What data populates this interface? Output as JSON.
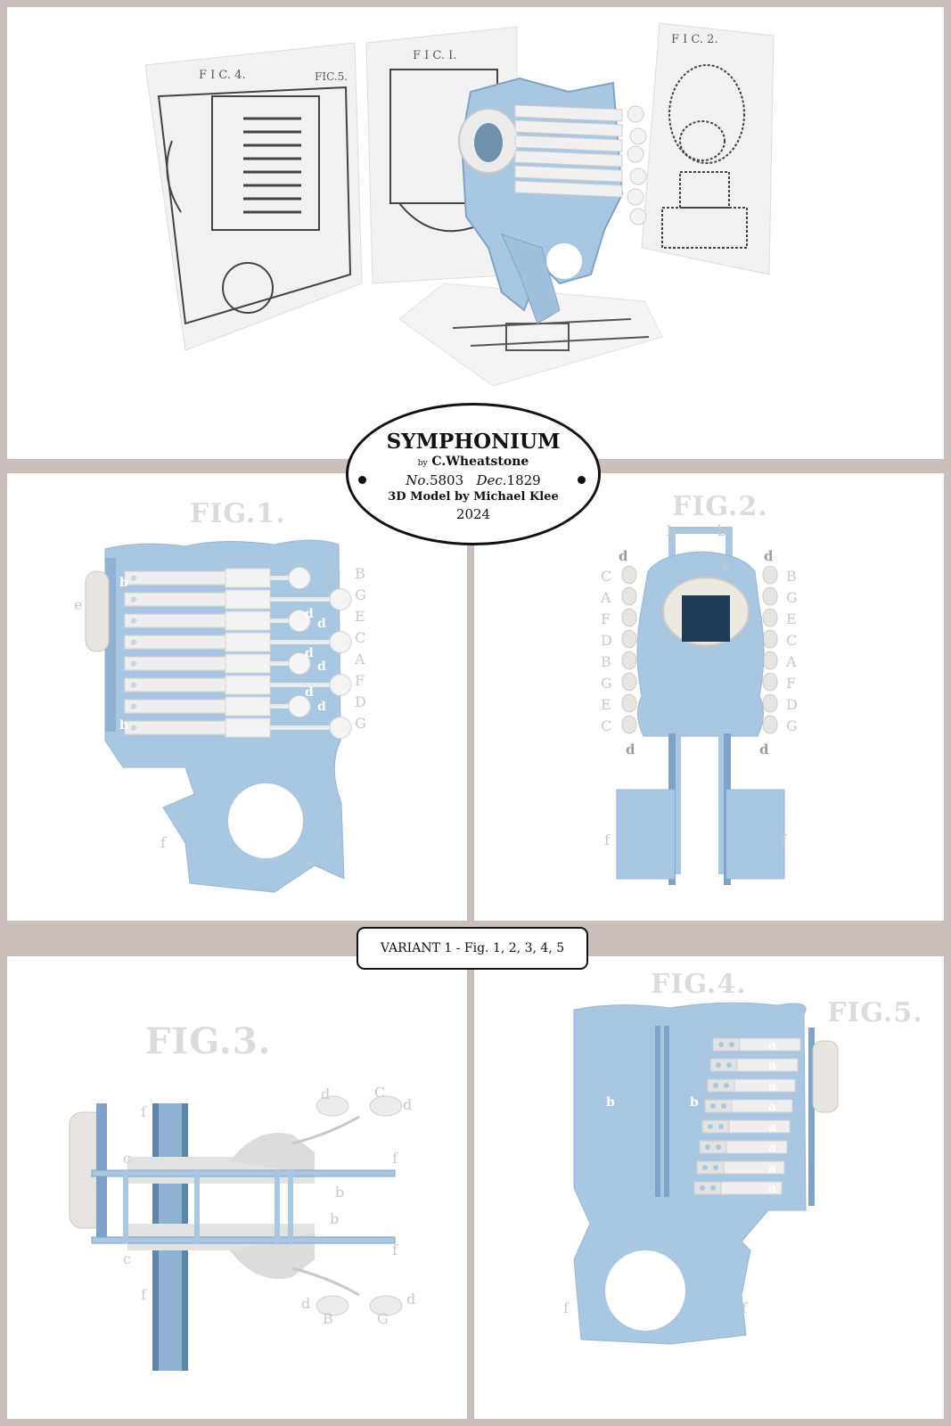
{
  "header": {
    "title": "SYMPHONIUM",
    "by": "by",
    "author": "C.Wheatstone",
    "no_prefix": "No.",
    "no_value": "5803",
    "date_prefix": "Dec.",
    "date_value": "1829",
    "model_credit": "3D Model by Michael Klee",
    "year": "2024"
  },
  "variant": "VARIANT 1 - Fig. 1, 2, 3, 4, 5",
  "photo": {
    "patent_figs": [
      "F I C. 4.",
      "FIC.5.",
      "F I C. I.",
      "F I C. 2."
    ]
  },
  "fig1": {
    "title": "FIG.1.",
    "notes": [
      "B",
      "G",
      "E",
      "C",
      "A",
      "F",
      "D",
      "G"
    ],
    "labels": {
      "b": "b",
      "d": "d",
      "e": "e",
      "f": "f"
    }
  },
  "fig2": {
    "title": "FIG.2.",
    "left_notes": [
      "C",
      "A",
      "F",
      "D",
      "B",
      "G",
      "E",
      "C"
    ],
    "right_notes": [
      "B",
      "G",
      "E",
      "C",
      "A",
      "F",
      "D",
      "G"
    ],
    "labels": {
      "b": "b",
      "d": "d",
      "e": "e",
      "f": "f"
    }
  },
  "fig3": {
    "title": "FIG.3.",
    "labels": {
      "b": "b",
      "c": "c",
      "d": "d",
      "f": "f",
      "C": "C",
      "B": "B",
      "G": "G"
    }
  },
  "fig4": {
    "title": "FIG.4.",
    "labels": {
      "a": "a",
      "b": "b",
      "f": "f"
    }
  },
  "fig5": {
    "title": "FIG.5."
  },
  "colors": {
    "body": "#a9c7e3",
    "body_edge": "#7fa3c6",
    "keys": "#ececec",
    "border": "#cbbfbb",
    "label": "#c9c9c9"
  }
}
